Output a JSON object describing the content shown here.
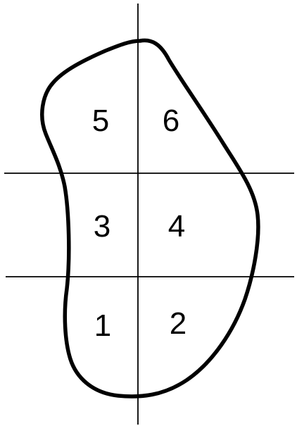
{
  "diagram": {
    "regions": [
      {
        "id": "region-1",
        "label": "1"
      },
      {
        "id": "region-2",
        "label": "2"
      },
      {
        "id": "region-3",
        "label": "3"
      },
      {
        "id": "region-4",
        "label": "4"
      },
      {
        "id": "region-5",
        "label": "5"
      },
      {
        "id": "region-6",
        "label": "6"
      }
    ],
    "colors": {
      "background": "#ffffff",
      "stroke": "#000000"
    }
  }
}
